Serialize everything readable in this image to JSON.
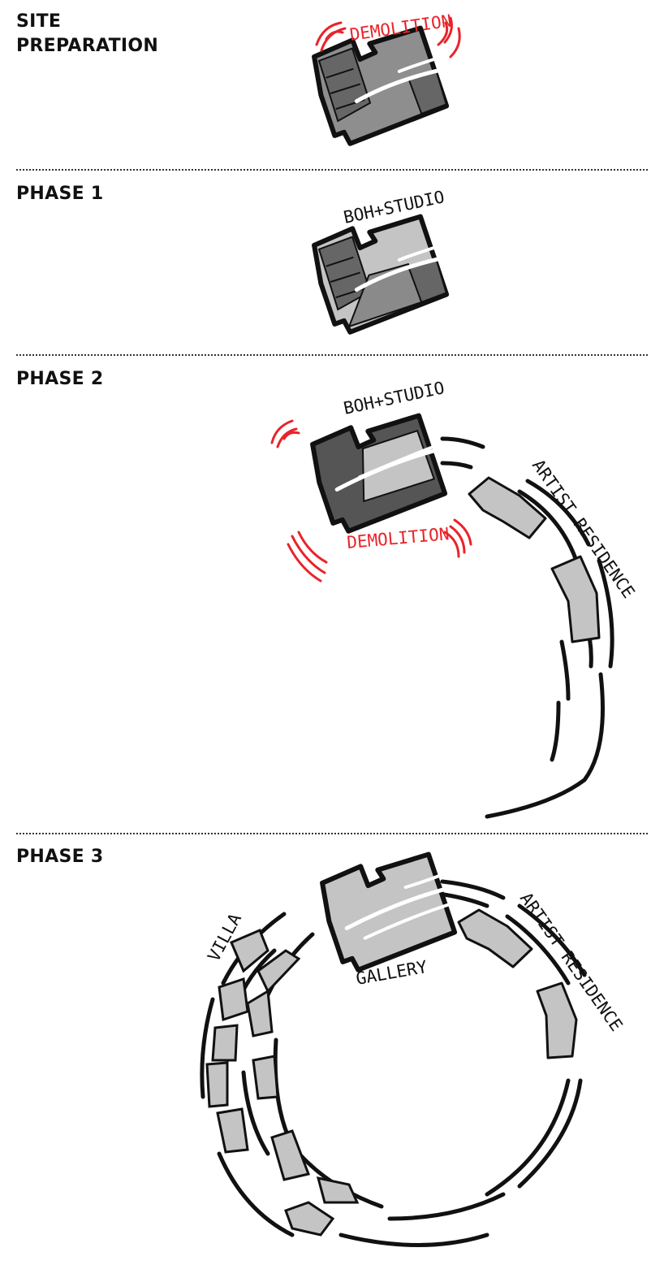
{
  "phases": [
    {
      "title": "SITE\nPREPARATION",
      "title_line1": "SITE",
      "title_line2": "PREPARATION"
    },
    {
      "title": "PHASE 1"
    },
    {
      "title": "PHASE 2"
    },
    {
      "title": "PHASE 3"
    }
  ],
  "labels": {
    "site_prep_demolition": "DEMOLITION",
    "phase1_building": "BOH+STUDIO",
    "phase2_building": "BOH+STUDIO",
    "phase2_demolition": "DEMOLITION",
    "phase2_residence": "ARTIST RESIDENCE",
    "phase3_villa": "VILLA",
    "phase3_gallery": "GALLERY",
    "phase3_residence": "ARTIST RESIDENCE"
  },
  "colors": {
    "demolition": "#e8242a",
    "ink": "#111111",
    "dark_fill": "#555555",
    "mid_fill": "#8e8e8e",
    "light_fill": "#c4c4c4",
    "divider": "#333333"
  }
}
